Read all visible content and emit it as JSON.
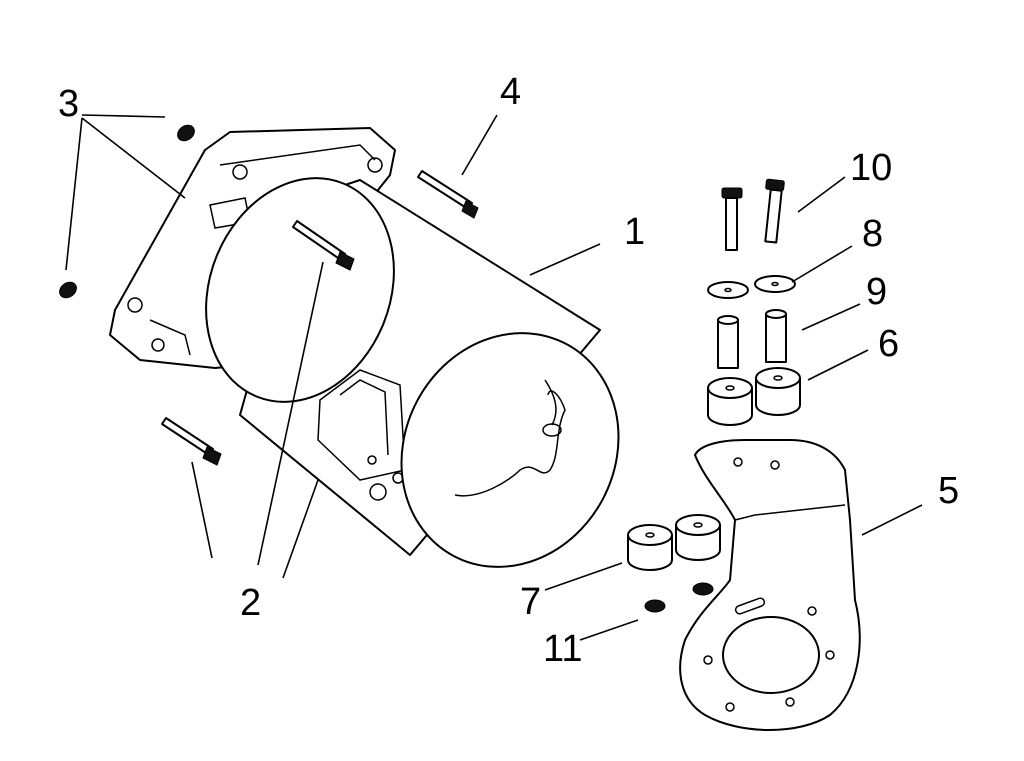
{
  "labels": {
    "p1": "1",
    "p2": "2",
    "p3": "3",
    "p4": "4",
    "p5": "5",
    "p6": "6",
    "p7": "7",
    "p8": "8",
    "p9": "9",
    "p10": "10",
    "p11": "11"
  },
  "colors": {
    "line": "#000000",
    "background": "#ffffff"
  }
}
